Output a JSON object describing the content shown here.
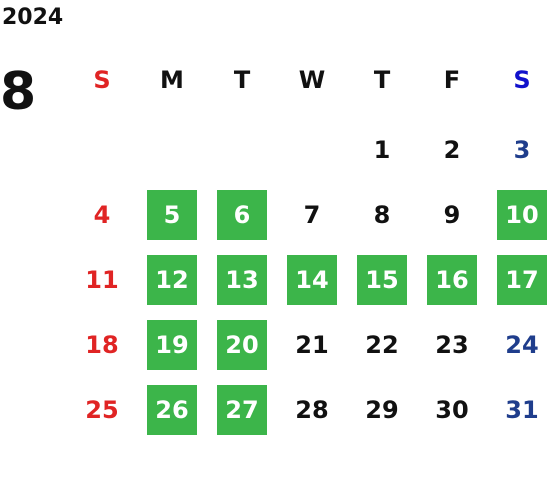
{
  "calendar": {
    "year": "2024",
    "month": "8",
    "weekdays": [
      "S",
      "M",
      "T",
      "W",
      "T",
      "F",
      "S"
    ],
    "colors": {
      "sunday": "#e02424",
      "saturday_header": "#1111cc",
      "saturday": "#1f3d8c",
      "weekday": "#111111",
      "highlight_bg": "#3cb54a",
      "highlight_text": "#ffffff"
    },
    "weeks": [
      [
        "",
        "",
        "",
        "",
        "1",
        "2",
        "3"
      ],
      [
        "4",
        "5",
        "6",
        "7",
        "8",
        "9",
        "10"
      ],
      [
        "11",
        "12",
        "13",
        "14",
        "15",
        "16",
        "17"
      ],
      [
        "18",
        "19",
        "20",
        "21",
        "22",
        "23",
        "24"
      ],
      [
        "25",
        "26",
        "27",
        "28",
        "29",
        "30",
        "31"
      ]
    ],
    "highlighted_days": [
      "5",
      "6",
      "10",
      "12",
      "13",
      "14",
      "15",
      "16",
      "17",
      "19",
      "20",
      "26",
      "27"
    ]
  }
}
